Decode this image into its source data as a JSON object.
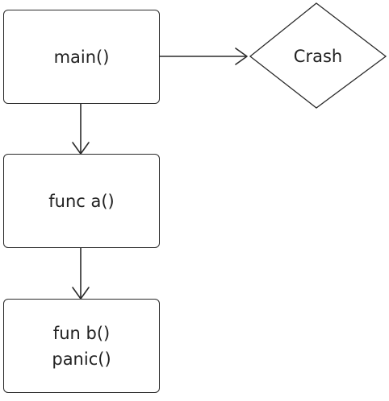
{
  "diagram": {
    "nodes": {
      "main": {
        "label": "main()"
      },
      "crash": {
        "label": "Crash"
      },
      "func_a": {
        "label": "func a()"
      },
      "fun_b": {
        "line1": "fun b()",
        "line2": "panic()"
      }
    },
    "edges": [
      {
        "from": "main()",
        "to": "Crash"
      },
      {
        "from": "main()",
        "to": "func a()"
      },
      {
        "from": "func a()",
        "to": "fun b()"
      }
    ],
    "colors": {
      "stroke": "#2b2b2b",
      "text": "#222222",
      "background": "#ffffff"
    }
  }
}
